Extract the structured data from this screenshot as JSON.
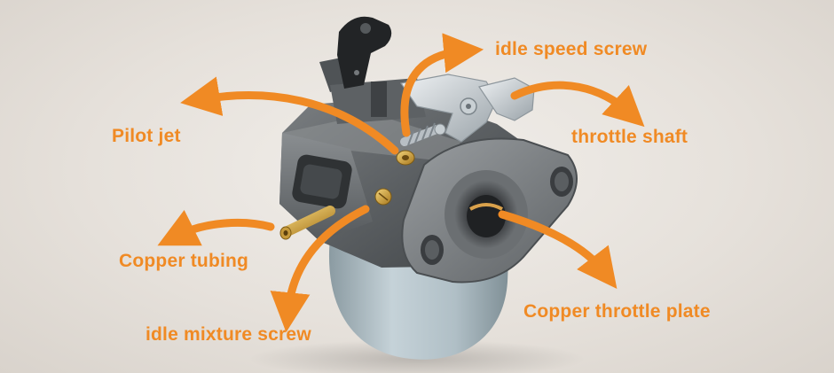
{
  "colors": {
    "accent": "#f08a24",
    "background": "#e7e2dc",
    "metal": "#62666a",
    "bowl": "#a9b8bf"
  },
  "callouts": {
    "idle_speed_screw": "idle speed screw",
    "pilot_jet": "Pilot jet",
    "throttle_shaft": "throttle shaft",
    "copper_tubing": "Copper tubing",
    "copper_throttle_plate": "Copper throttle plate",
    "idle_mixture_screw": "idle mixture screw"
  }
}
